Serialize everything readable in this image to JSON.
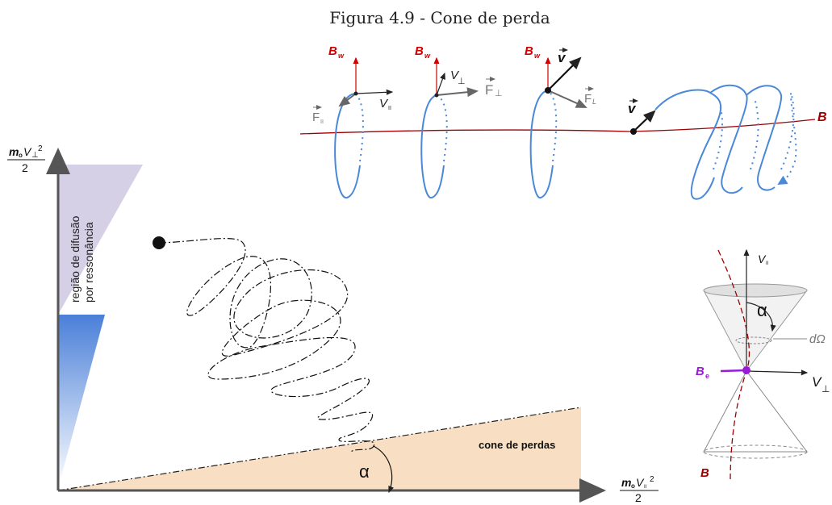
{
  "figure": {
    "title": "Figura 4.9 - Cone de perda"
  },
  "top_panel": {
    "labels": {
      "bw": "B",
      "bw_sub": "w",
      "b_field": "B",
      "v_vec": "v",
      "v_par": "V",
      "v_par_sub": "II",
      "v_perp": "V",
      "v_perp_sub": "⊥",
      "f_par": "F",
      "f_par_sub": "II",
      "f_perp": "F",
      "f_perp_sub": "⊥",
      "f_l": "F",
      "f_l_sub": "L"
    }
  },
  "main_panel": {
    "y_axis_num_m": "m",
    "y_axis_num_o": "o",
    "y_axis_num_v": "V",
    "y_axis_num_sub": "⊥",
    "y_axis_num_exp": "2",
    "y_axis_den": "2",
    "x_axis_num_m": "m",
    "x_axis_num_o": "o",
    "x_axis_num_v": "V",
    "x_axis_num_sub": "II",
    "x_axis_num_exp": "2",
    "x_axis_den": "2",
    "diffusion_line1": "região de difusão",
    "diffusion_line2": "por ressonância",
    "loss_cone_label": "cone de perdas",
    "alpha": "α"
  },
  "cone_panel": {
    "v_par": "V",
    "v_par_sub": "II",
    "v_perp": "V",
    "v_perp_sub": "⊥",
    "alpha": "α",
    "d_omega": "dΩ",
    "be": "B",
    "be_sub": "e",
    "b": "B"
  },
  "colors": {
    "field_line": "#a00000",
    "label_red": "#d00000",
    "gyration": "#4a88d8",
    "loss_cone_fill": "#f8dfc4",
    "diffusion_fill": "#d6d0e6",
    "axis": "#555555",
    "be_point": "#9a1ad8"
  }
}
